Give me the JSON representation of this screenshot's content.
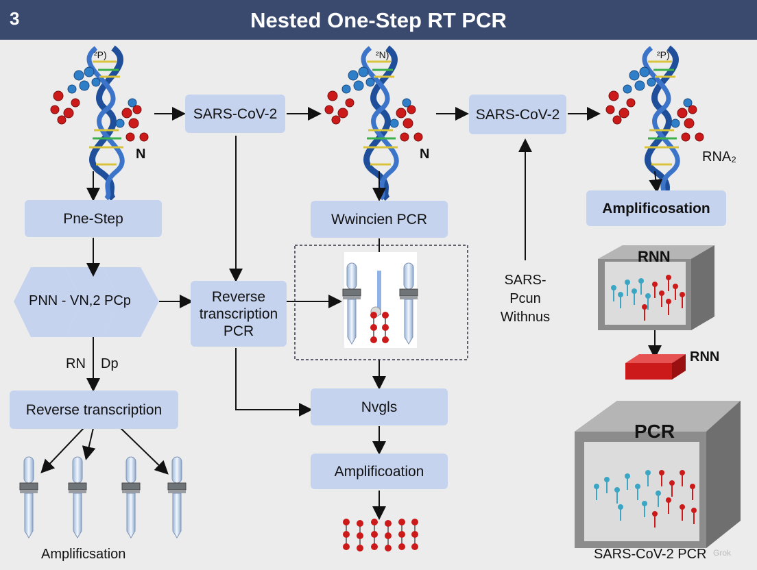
{
  "header": {
    "slide_number": "3",
    "title": "Nested One-Step RT PCR"
  },
  "labels": {
    "helix1_top": "²P)",
    "helix1_n": "N",
    "helix2_top": "²N)",
    "helix2_n": "N",
    "helix3_top": "²P)",
    "helix3_rna": "RNA₂",
    "box_sars1": "SARS-CoV-2",
    "box_sars2": "SARS-CoV-2",
    "box_one_step": "Pne-Step",
    "box_wincien": "Wwincien PCR",
    "box_amplif_top": "Amplificosation",
    "chevrons": "PNN - VN,2  PCp",
    "box_rt_pcr": "Reverse transcription PCR",
    "side_text": "SARS-\nPcun\nWithnus",
    "rn": "RN",
    "dp": "Dp",
    "box_rev_trans": "Reverse transcription",
    "box_nvgls": "Nvgls",
    "box_amplif_mid": "Amplificoation",
    "bottom_amplif": "Amplificsation",
    "cube1_label": "RNN",
    "red_block_label": "RNN",
    "cube2_label": "PCR",
    "bottom_right": "SARS-CoV-2 PCR",
    "watermark": "Grok"
  },
  "colors": {
    "header": "#3a4a6e",
    "box": "#c6d3ee",
    "dna_blue": "#2a5ea8",
    "atom_red": "#cc1a1a",
    "atom_blue": "#2f7fc8"
  }
}
